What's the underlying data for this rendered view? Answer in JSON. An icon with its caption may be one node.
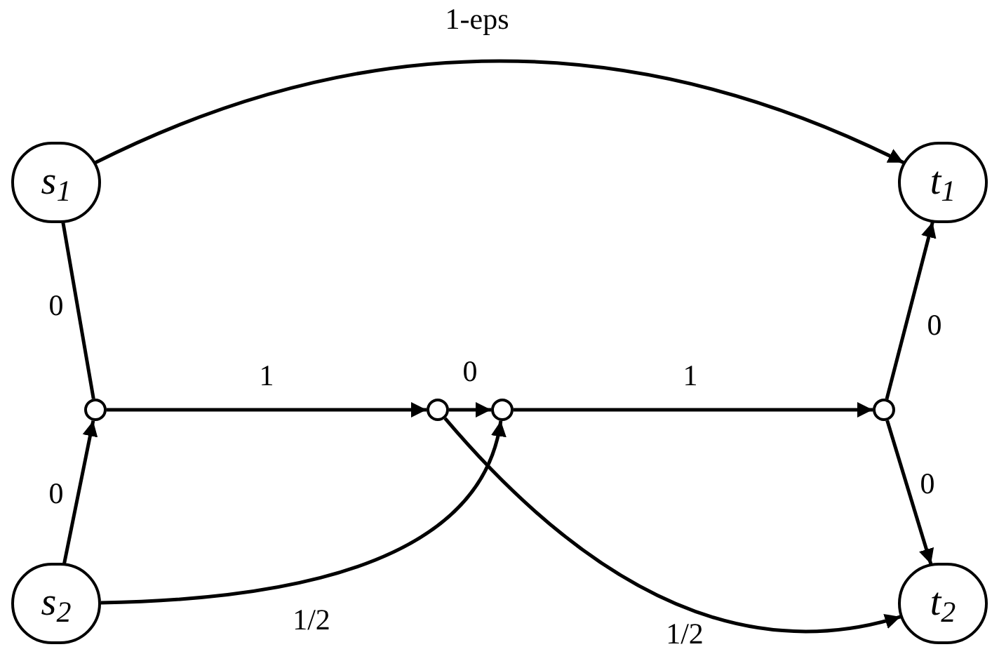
{
  "diagram": {
    "nodes": [
      {
        "text": [
          "s$_{1}$"
        ]
      },
      {
        "text": [
          "t$_{1}$"
        ]
      },
      {
        "text": [],
        "shape": "circle"
      },
      {
        "text": [],
        "shape": "circle"
      },
      {
        "text": [],
        "shape": "circle"
      },
      {
        "text": [],
        "shape": "circle"
      },
      {
        "text": [
          "s$_{2}$"
        ]
      },
      {
        "text": [
          "t$_{2}$"
        ]
      }
    ],
    "edges": [
      {
        "from": 0,
        "to": 1,
        "arrow": "to",
        "label": "1-eps"
      },
      {
        "from": 0,
        "to": 2,
        "arrow": "none",
        "label": "0"
      },
      {
        "from": 6,
        "to": 2,
        "arrow": "to",
        "label": "0"
      },
      {
        "from": 2,
        "to": 3,
        "arrow": "to",
        "label": "1"
      },
      {
        "from": 3,
        "to": 4,
        "arrow": "to",
        "label": "0"
      },
      {
        "from": 4,
        "to": 5,
        "arrow": "to",
        "label": "1"
      },
      {
        "from": 5,
        "to": 1,
        "arrow": "to",
        "label": "0"
      },
      {
        "from": 5,
        "to": 7,
        "arrow": "to",
        "label": "0"
      },
      {
        "from": 6,
        "to": 4,
        "arrow": "to",
        "label": "1/2"
      },
      {
        "from": 3,
        "to": 7,
        "arrow": "to",
        "label": "1/2"
      }
    ]
  }
}
